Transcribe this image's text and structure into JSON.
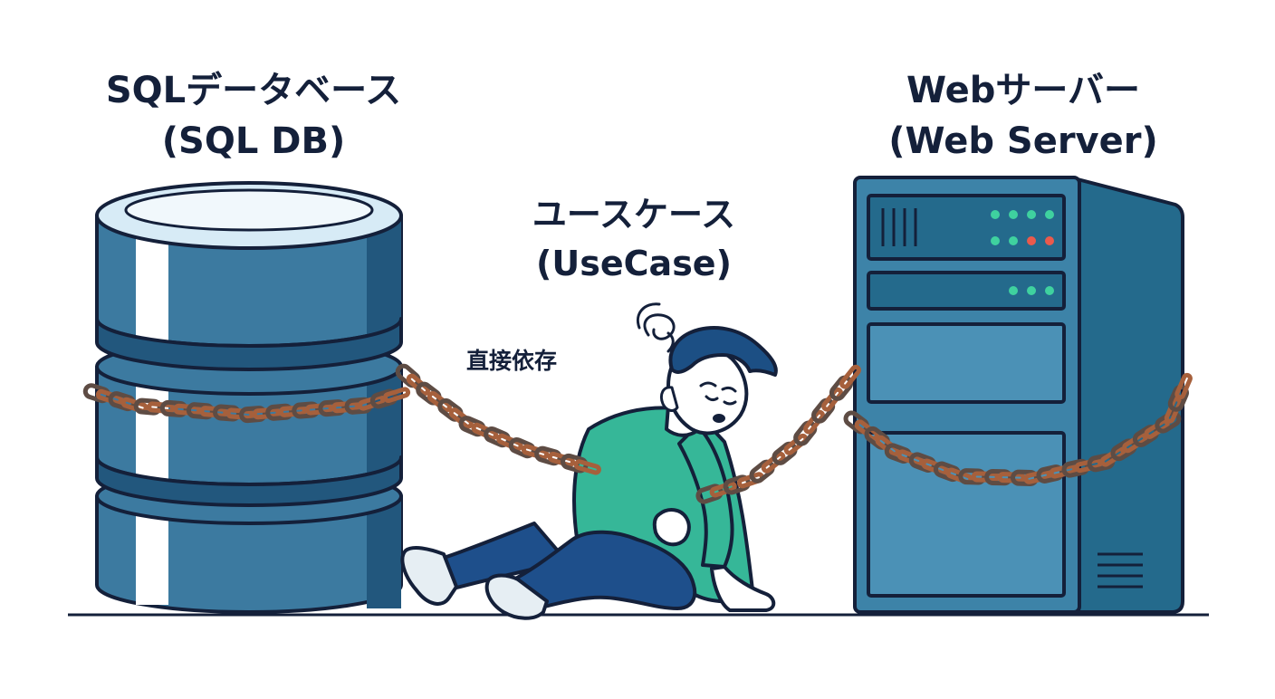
{
  "labels": {
    "database": {
      "line1": "SQLデータベース",
      "line2": "(SQL DB)"
    },
    "server": {
      "line1": "Webサーバー",
      "line2": "(Web Server)"
    },
    "usecase": {
      "line1": "ユースケース",
      "line2": "(UseCase)"
    },
    "dependency": "直接依存"
  },
  "icons": {
    "database": "database-cylinder-icon",
    "server": "server-tower-icon",
    "person": "stressed-person-icon",
    "chain": "chain-icon",
    "dizzy": "dizzy-swirl-icon"
  },
  "colors": {
    "db_body": "#3c7aa0",
    "db_dark": "#22577d",
    "db_top": "#d7ebf6",
    "outline": "#14203a",
    "server_front": "#3d83a8",
    "server_side": "#246a8c",
    "chain": "#5e4c44",
    "chain_rust": "#a6603c",
    "shirt": "#36b798",
    "pants": "#1e4f8b",
    "hair": "#1c4f84",
    "led_green": "#3fd19f",
    "led_red": "#ea5a4c"
  }
}
